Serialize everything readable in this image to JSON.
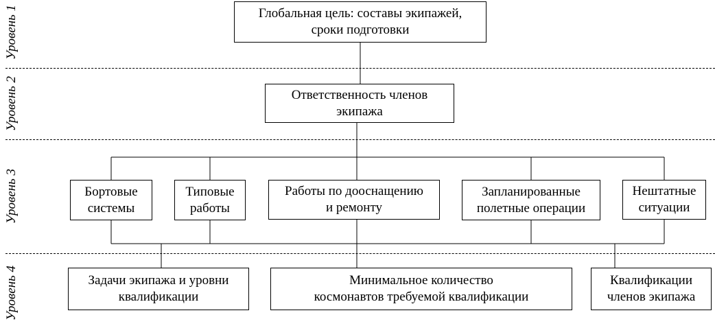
{
  "levels": {
    "level1": "Уровень 1",
    "level2": "Уровень 2",
    "level3": "Уровень 3",
    "level4": "Уровень 4"
  },
  "nodes": {
    "goal": {
      "line1": "Глобальная цель: составы экипажей,",
      "line2": "сроки подготовки"
    },
    "responsibility": {
      "line1": "Ответственность членов",
      "line2": "экипажа"
    },
    "onboard_systems": {
      "line1": "Бортовые",
      "line2": "системы"
    },
    "typical_work": {
      "line1": "Типовые",
      "line2": "работы"
    },
    "upgrade_repair": {
      "line1": "Работы по дооснащению",
      "line2": "и ремонту"
    },
    "planned_ops": {
      "line1": "Запланированные",
      "line2": "полетные операции"
    },
    "emergency": {
      "line1": "Нештатные",
      "line2": "ситуации"
    },
    "crew_tasks": {
      "line1": "Задачи экипажа и уровни",
      "line2": "квалификации"
    },
    "min_cosmonauts": {
      "line1": "Минимальное количество",
      "line2": "космонавтов требуемой квалификации"
    },
    "crew_qualifications": {
      "line1": "Квалификации",
      "line2": "членов экипажа"
    }
  }
}
